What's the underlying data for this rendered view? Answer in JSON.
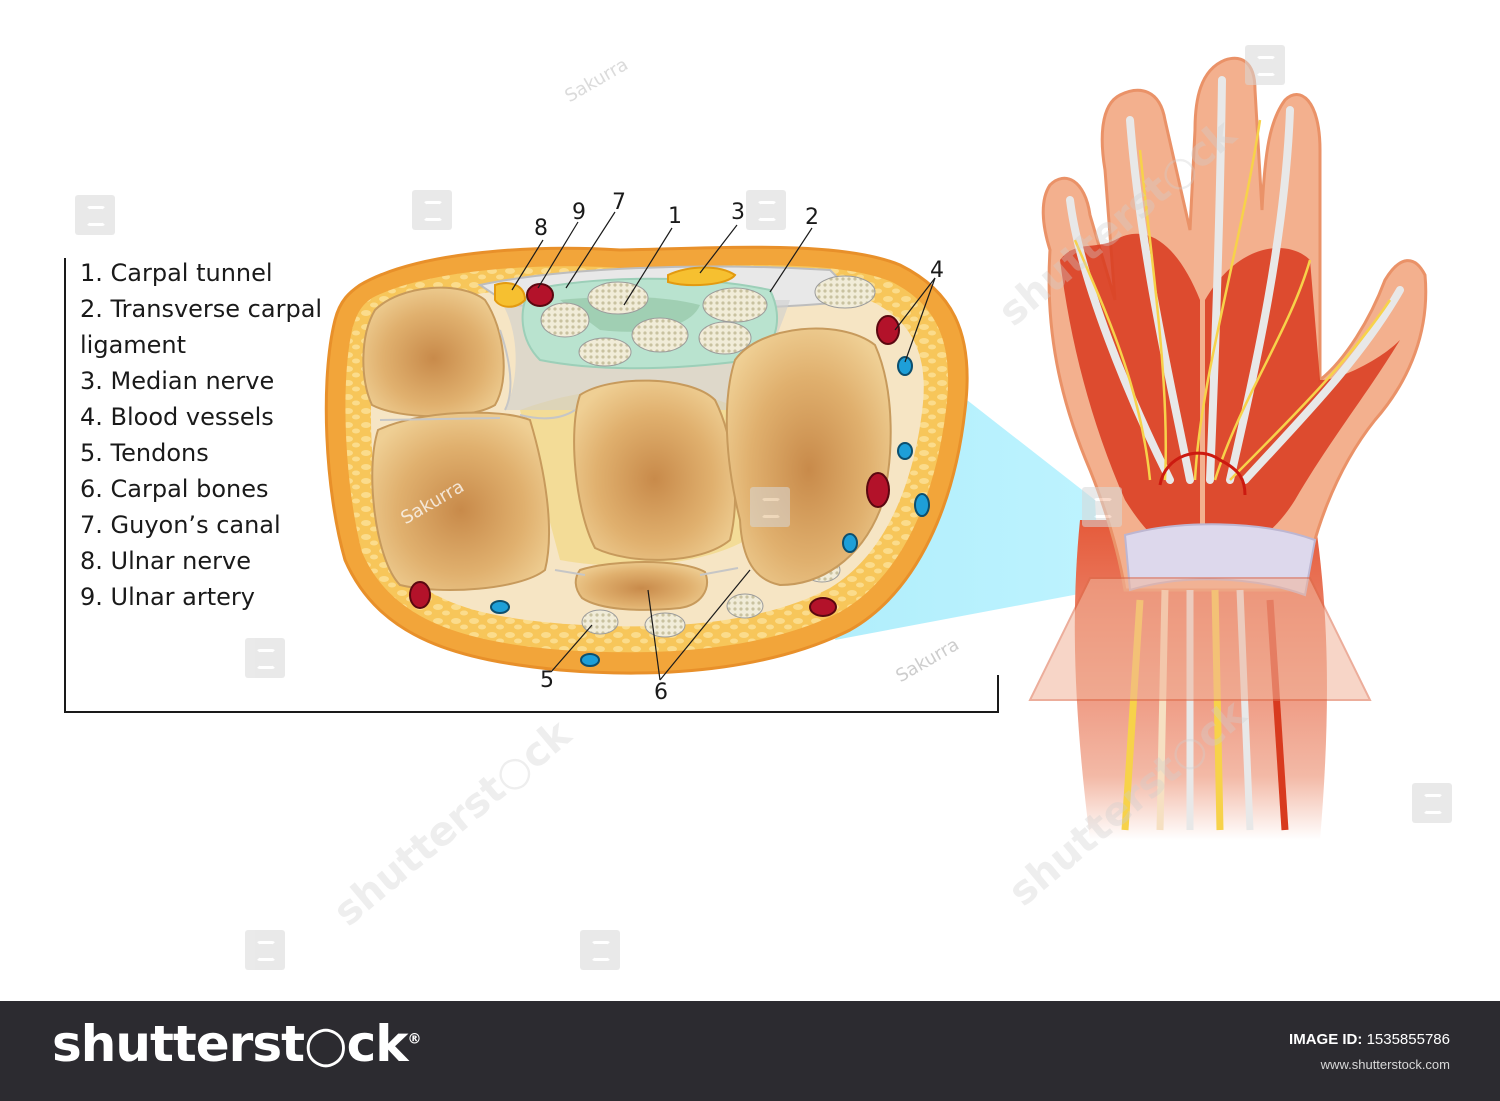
{
  "legend": {
    "items": [
      "1. Carpal tunnel",
      "2. Transverse carpal ligament",
      "3. Median nerve",
      "4. Blood vessels",
      "5. Tendons",
      "6. Carpal bones",
      "7. Guyon’s canal",
      "8. Ulnar nerve",
      "9. Ulnar artery"
    ]
  },
  "callouts": [
    "8",
    "9",
    "7",
    "1",
    "3",
    "2",
    "4",
    "5",
    "6"
  ],
  "watermark": {
    "author": "Sakurra",
    "brand": "shutterstock",
    "brand_logo_text": "shutterst○ck",
    "brand_mark": "®"
  },
  "footer": {
    "image_id_label": "IMAGE ID:",
    "image_id": "1535855786",
    "site": "www.shutterstock.com"
  },
  "colors": {
    "fat": "#f6c85e",
    "skin": "#f0a93a",
    "bone": "#d9aa66",
    "muscle": "#d83a1e",
    "nerve": "#f7d24a",
    "artery": "#b3122a",
    "vein": "#1e9fd8",
    "ligament": "#cfcfcf",
    "footer_bg": "#2c2b30"
  }
}
